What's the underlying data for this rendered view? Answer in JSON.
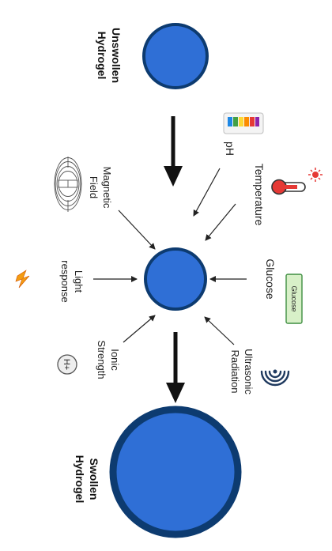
{
  "labels": {
    "unswollen": [
      "Unswollen",
      "Hydrogel"
    ],
    "swollen": [
      "Swollen",
      "Hydrogel"
    ],
    "ph": "pH",
    "temperature": "Temperature",
    "magnetic": [
      "Magnetic",
      "Field"
    ],
    "glucose": "Glucose",
    "glucose_box": "Glucose",
    "light": [
      "Light",
      "response"
    ],
    "ionic": [
      "Ionic",
      "Strength"
    ],
    "ultrasonic": [
      "Ultrasonic",
      "Radiation"
    ],
    "h_plus": "H+"
  },
  "colors": {
    "hydrogel_fill": "#2f6fd6",
    "hydrogel_stroke": "#0d3b70",
    "arrow": "#111111",
    "thermometer_red": "#e53935",
    "glucose_box_fill": "#d8f0c8",
    "glucose_box_stroke": "#3e8e41",
    "lightning": "#f39c12",
    "wave": "#1f3a5f"
  },
  "icons": [
    "ph-strip-icon",
    "thermometer-icon",
    "magnet-field-icon",
    "glucose-box-icon",
    "lightning-icon",
    "h-plus-icon",
    "ultrasonic-waves-icon"
  ]
}
